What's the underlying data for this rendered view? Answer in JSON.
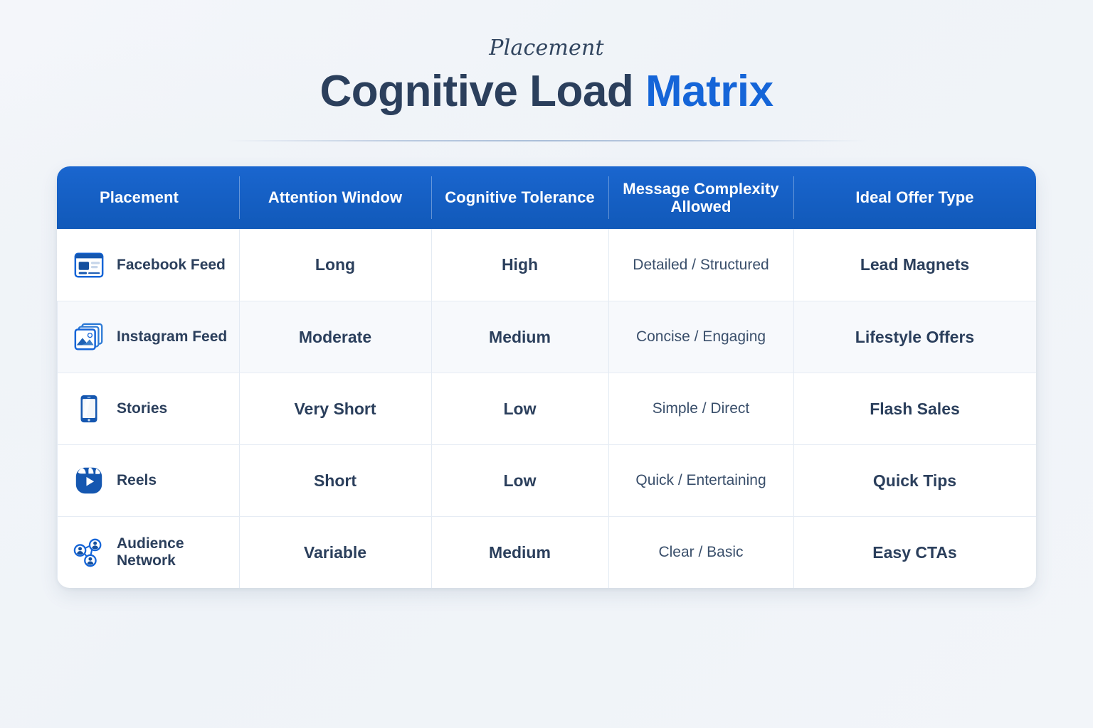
{
  "header": {
    "eyebrow": "Placement",
    "title_main": "Cognitive Load ",
    "title_accent": "Matrix"
  },
  "colors": {
    "header_blue_top": "#1a66cf",
    "header_blue_bottom": "#1159b9",
    "accent_blue": "#1565d8",
    "text_navy": "#2b3f5c",
    "row_alt": "#f7f9fc",
    "page_bg": "#f1f4f8"
  },
  "table": {
    "columns": [
      "Placement",
      "Attention Window",
      "Cognitive Tolerance",
      "Message Complexity Allowed",
      "Ideal Offer Type"
    ],
    "rows": [
      {
        "icon": "facebook-feed-icon",
        "placement": "Facebook Feed",
        "attention_window": "Long",
        "cognitive_tolerance": "High",
        "message_complexity": "Detailed / Structured",
        "ideal_offer": "Lead Magnets"
      },
      {
        "icon": "instagram-feed-icon",
        "placement": "Instagram Feed",
        "attention_window": "Moderate",
        "cognitive_tolerance": "Medium",
        "message_complexity": "Concise / Engaging",
        "ideal_offer": "Lifestyle Offers"
      },
      {
        "icon": "stories-phone-icon",
        "placement": "Stories",
        "attention_window": "Very Short",
        "cognitive_tolerance": "Low",
        "message_complexity": "Simple / Direct",
        "ideal_offer": "Flash Sales"
      },
      {
        "icon": "reels-play-icon",
        "placement": "Reels",
        "attention_window": "Short",
        "cognitive_tolerance": "Low",
        "message_complexity": "Quick / Entertaining",
        "ideal_offer": "Quick Tips"
      },
      {
        "icon": "audience-network-icon",
        "placement": "Audience Network",
        "attention_window": "Variable",
        "cognitive_tolerance": "Medium",
        "message_complexity": "Clear / Basic",
        "ideal_offer": "Easy CTAs"
      }
    ]
  }
}
